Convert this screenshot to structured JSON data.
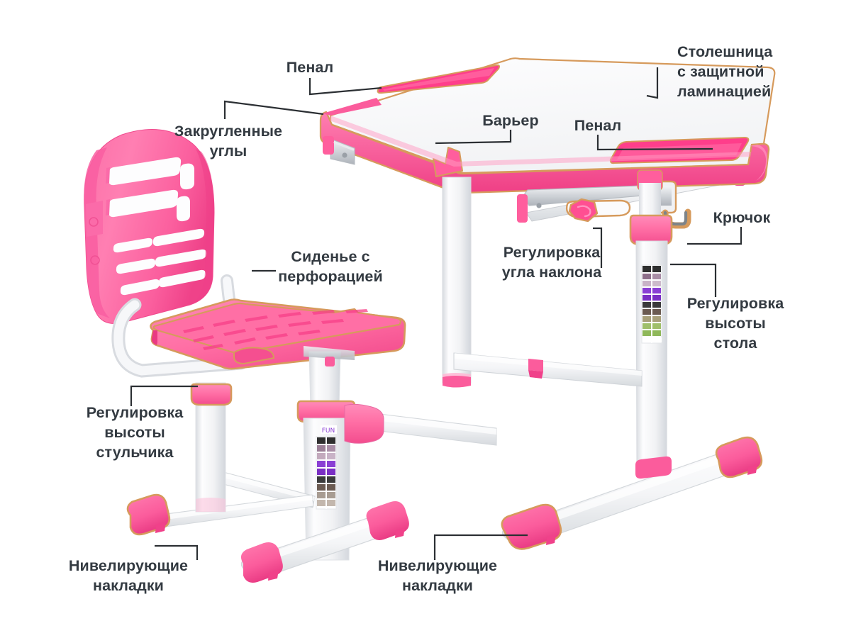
{
  "image": {
    "subject": "Детская парта со стульчиком",
    "background_color": "#ffffff",
    "label_color": "#333a41",
    "leader_line_color": "#2b2f33",
    "palette": {
      "pink": "#ff6fa5",
      "pink_dark": "#f7488a",
      "pink_light": "#ff8cba",
      "pink_deep": "#ef3f85",
      "outline_tan": "#d69a5c",
      "white_frame": "#f4f5f7",
      "white_frame_shadow": "#dfe2e6",
      "tabletop_white": "#fbfbfc",
      "metal_grey": "#c9ccd1"
    }
  },
  "labels": [
    {
      "id": "penal-left",
      "text": "Пенал"
    },
    {
      "id": "tabletop",
      "text": "Столешница\nс защитной\nламинацией"
    },
    {
      "id": "rounded-corners",
      "text": "Закругленные\nуглы"
    },
    {
      "id": "barrier",
      "text": "Барьер"
    },
    {
      "id": "penal-right",
      "text": "Пенал"
    },
    {
      "id": "hook",
      "text": "Крючок"
    },
    {
      "id": "seat-perforation",
      "text": "Сиденье с\nперфорацией"
    },
    {
      "id": "tilt-adjust",
      "text": "Регулировка\nугла наклона"
    },
    {
      "id": "desk-height",
      "text": "Регулировка\nвысоты\nстола"
    },
    {
      "id": "chair-height",
      "text": "Регулировка\nвысоты\nстульчика"
    },
    {
      "id": "levelers-left",
      "text": "Нивелирующие\nнакладки"
    },
    {
      "id": "levelers-right",
      "text": "Нивелирующие\nнакладки"
    }
  ],
  "height_sticker": {
    "desk_swatches": [
      "#8e6f8a",
      "#b09bb4",
      "#c9b3c7",
      "#8a3fd4",
      "#7a2fc4",
      "#3b3b3b",
      "#6b5b52",
      "#a8a07a",
      "#9fbf6a",
      "#8fb85a",
      "#b7cf86"
    ],
    "chair_swatches": [
      "#9b7f96",
      "#c3aabd",
      "#8a3fd4",
      "#7a2fc4",
      "#3b3b3b",
      "#6b5b52",
      "#7a6a60",
      "#a89c92",
      "#c3b7ad"
    ]
  }
}
